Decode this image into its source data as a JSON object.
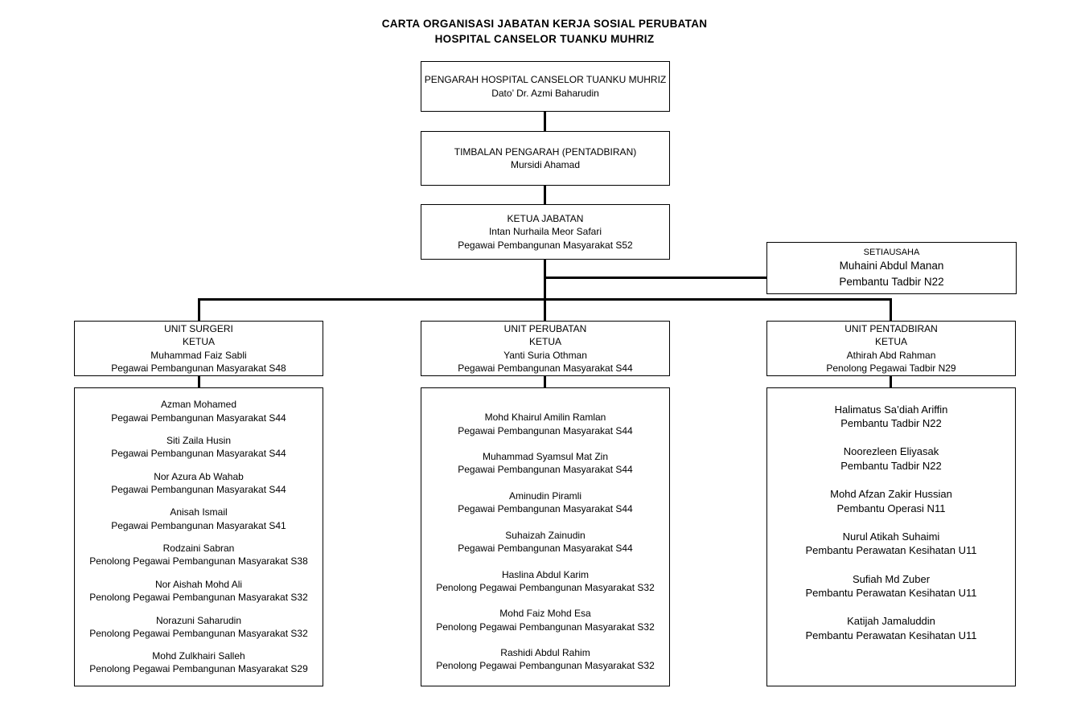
{
  "title": {
    "line1": "CARTA ORGANISASI JABATAN KERJA SOSIAL PERUBATAN",
    "line2": "HOSPITAL CANSELOR TUANKU MUHRIZ"
  },
  "director": {
    "title": "PENGARAH HOSPITAL CANSELOR TUANKU MUHRIZ",
    "name": "Dato’ Dr. Azmi Baharudin"
  },
  "deputy_director": {
    "title": "TIMBALAN PENGARAH (PENTADBIRAN)",
    "name": "Mursidi Ahamad"
  },
  "head_of_department": {
    "title": "KETUA JABATAN",
    "name": "Intan Nurhaila Meor Safari",
    "grade": "Pegawai Pembangunan Masyarakat S52"
  },
  "secretary": {
    "title": "SETIAUSAHA",
    "name": "Muhaini Abdul Manan",
    "grade": "Pembantu Tadbir N22"
  },
  "units": [
    {
      "unit": "UNIT SURGERI",
      "role": "KETUA",
      "head_name": "Muhammad Faiz Sabli",
      "head_grade": "Pegawai Pembangunan Masyarakat S48",
      "staff": [
        {
          "name": "Azman Mohamed",
          "grade": "Pegawai Pembangunan Masyarakat S44"
        },
        {
          "name": "Siti Zaila Husin",
          "grade": "Pegawai Pembangunan Masyarakat S44"
        },
        {
          "name": "Nor Azura Ab Wahab",
          "grade": "Pegawai Pembangunan Masyarakat S44"
        },
        {
          "name": "Anisah Ismail",
          "grade": "Pegawai Pembangunan Masyarakat S41"
        },
        {
          "name": "Rodzaini Sabran",
          "grade": "Penolong Pegawai Pembangunan Masyarakat S38"
        },
        {
          "name": "Nor Aishah Mohd Ali",
          "grade": "Penolong Pegawai Pembangunan Masyarakat S32"
        },
        {
          "name": "Norazuni Saharudin",
          "grade": "Penolong Pegawai Pembangunan Masyarakat S32"
        },
        {
          "name": "Mohd Zulkhairi Salleh",
          "grade": "Penolong Pegawai Pembangunan Masyarakat S29"
        }
      ]
    },
    {
      "unit": "UNIT PERUBATAN",
      "role": "KETUA",
      "head_name": "Yanti Suria Othman",
      "head_grade": "Pegawai Pembangunan Masyarakat S44",
      "staff": [
        {
          "name": "Mohd Khairul Amilin Ramlan",
          "grade": "Pegawai Pembangunan Masyarakat S44"
        },
        {
          "name": "Muhammad Syamsul Mat Zin",
          "grade": "Pegawai Pembangunan Masyarakat S44"
        },
        {
          "name": "Aminudin Piramli",
          "grade": "Pegawai Pembangunan Masyarakat S44"
        },
        {
          "name": "Suhaizah Zainudin",
          "grade": "Pegawai Pembangunan Masyarakat S44"
        },
        {
          "name": "Haslina Abdul Karim",
          "grade": "Penolong Pegawai Pembangunan Masyarakat S32"
        },
        {
          "name": "Mohd Faiz Mohd Esa",
          "grade": "Penolong Pegawai Pembangunan Masyarakat S32"
        },
        {
          "name": "Rashidi Abdul Rahim",
          "grade": "Penolong Pegawai Pembangunan Masyarakat S32"
        }
      ]
    },
    {
      "unit": "UNIT PENTADBIRAN",
      "role": "KETUA",
      "head_name": "Athirah Abd Rahman",
      "head_grade": "Penolong Pegawai Tadbir N29",
      "staff": [
        {
          "name": "Halimatus Sa’diah Ariffin",
          "grade": "Pembantu Tadbir N22"
        },
        {
          "name": "Noorezleen Eliyasak",
          "grade": "Pembantu Tadbir N22"
        },
        {
          "name": "Mohd Afzan Zakir Hussian",
          "grade": "Pembantu Operasi N11"
        },
        {
          "name": "Nurul Atikah Suhaimi",
          "grade": "Pembantu Perawatan Kesihatan U11"
        },
        {
          "name": "Sufiah Md Zuber",
          "grade": "Pembantu Perawatan Kesihatan U11"
        },
        {
          "name": "Katijah Jamaluddin",
          "grade": "Pembantu Perawatan Kesihatan U11"
        }
      ]
    }
  ],
  "colors": {
    "line": "#000000",
    "background": "#ffffff",
    "text": "#000000"
  }
}
